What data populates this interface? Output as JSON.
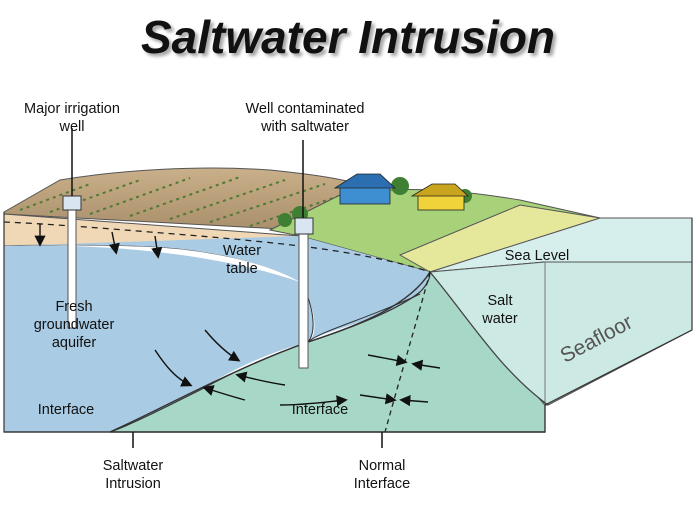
{
  "title": "Saltwater Intrusion",
  "labels": {
    "major_irrigation_well": [
      "Major irrigation",
      "well"
    ],
    "well_contaminated": [
      "Well contaminated",
      "with saltwater"
    ],
    "water_table": [
      "Water",
      "table"
    ],
    "sea_level": "Sea Level",
    "salt_water": [
      "Salt",
      "water"
    ],
    "fresh_groundwater_aquifer": [
      "Fresh",
      "groundwater",
      "aquifer"
    ],
    "interface_left": "Interface",
    "interface_center": "Interface",
    "seafloor": "Seafloor",
    "saltwater_intrusion": [
      "Saltwater",
      "Intrusion"
    ],
    "normal_interface": [
      "Normal",
      "Interface"
    ]
  },
  "colors": {
    "fresh_water": "#a9cbe4",
    "salt_water": "#a4d6c6",
    "ocean": "#cfeae6",
    "sand": "#efd8b8",
    "grass": "#9bcb6a",
    "field": "#b49a78"
  }
}
